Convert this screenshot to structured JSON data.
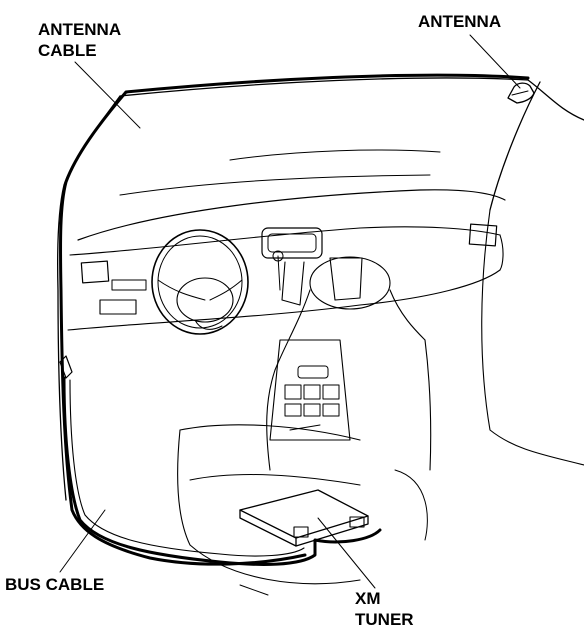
{
  "labels": {
    "antenna_cable": [
      "ANTENNA",
      "CABLE"
    ],
    "antenna": "ANTENNA",
    "bus_cable": "BUS CABLE",
    "xm_tuner": [
      "XM",
      "TUNER"
    ]
  },
  "colors": {
    "ink": "#000000",
    "background": "#ffffff"
  }
}
